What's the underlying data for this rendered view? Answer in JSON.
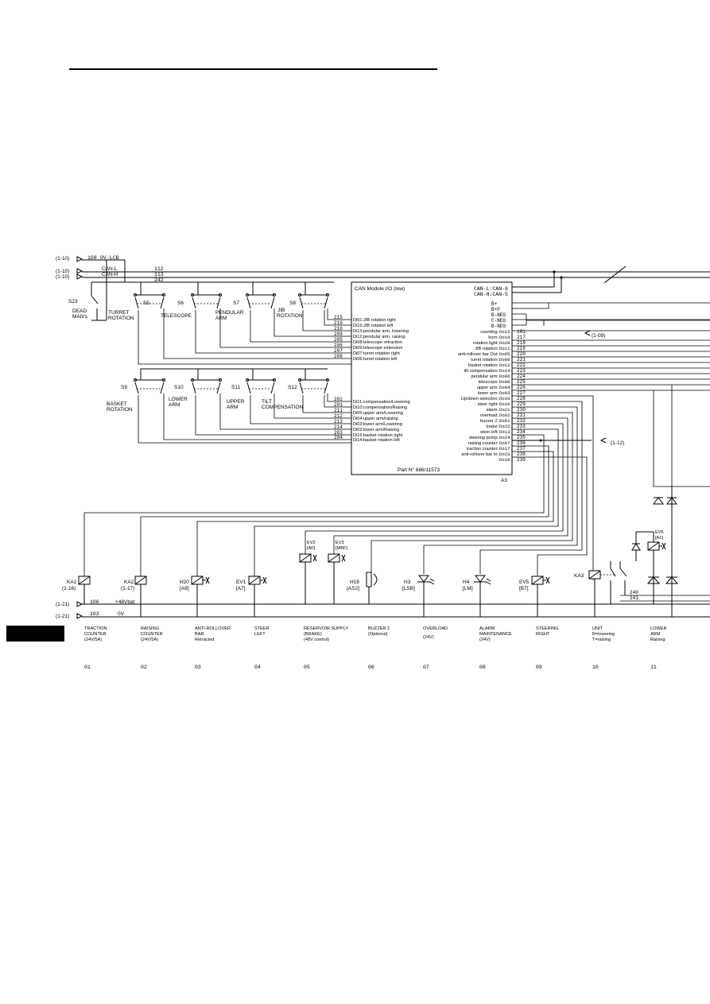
{
  "refs": {
    "r1_10": "(1-10)",
    "r1_21": "(1-21)",
    "r1_09": "(1-09)",
    "r1_12": "(1-12)"
  },
  "buses": {
    "n108": "108",
    "ov_lcb": "0V-LCB",
    "can_l": "CAN-L",
    "can_h": "CAN-H",
    "n112": "112",
    "n113": "113",
    "n242": "242",
    "n106": "106",
    "v48": "+48Vbat",
    "n103": "103",
    "v0": "0V"
  },
  "switches": {
    "s23": "S23",
    "dead": "DEAD",
    "mans": "MAN's",
    "s5": "S5",
    "s5_l1": "TURRET",
    "s5_l2": "ROTATION",
    "s6": "S6",
    "s6_l1": "TELESCOPE",
    "s7": "S7",
    "s7_l1": "PENDULAR",
    "s7_l2": "ARM",
    "s8": "S8",
    "s8_l1": "JIB",
    "s8_l2": "ROTATION",
    "s9": "S9",
    "s9_l1": "BASKET",
    "s9_l2": "ROTATION",
    "s10": "S10",
    "s10_l1": "LOWER",
    "s10_l2": "ARM",
    "s11": "S11",
    "s11_l1": "UPPER",
    "s11_l2": "ARM",
    "s12": "S12",
    "s12_l1": "TILT",
    "s12_l2": "COMPENSATION"
  },
  "module": {
    "title": "CAN Module I/O (low)",
    "can_l": "CAN-L:CAN-6",
    "can_h": "CAN-H:CAN-5",
    "pwr": [
      "B+",
      "B+P",
      "B-NEG",
      "C-NEG",
      "B-NEG"
    ],
    "inputs": [
      {
        "wire": "215",
        "label": "Di01:JIB rotation right"
      },
      {
        "wire": "216",
        "label": "Di16:JIB rotation left"
      },
      {
        "wire": "210",
        "label": "Di13:pendular arm, lowering"
      },
      {
        "wire": "209",
        "label": "Di12:pendular arm, raising"
      },
      {
        "wire": "205",
        "label": "Di08:telescope retraction"
      },
      {
        "wire": "206",
        "label": "Di09:telescope extension"
      },
      {
        "wire": "207",
        "label": "Di07:turret rotation right"
      },
      {
        "wire": "208",
        "label": "Di06:turret rotation left"
      },
      {
        "wire": "202",
        "label": "Di11:compensation/Lowering"
      },
      {
        "wire": "201",
        "label": "Di10:compensation/Raising"
      },
      {
        "wire": "211",
        "label": "Di05:upper arm/Lowering"
      },
      {
        "wire": "212",
        "label": "Di04:upper arm/raising"
      },
      {
        "wire": "213",
        "label": "Di03:lower arm/Lowering"
      },
      {
        "wire": "214",
        "label": "Di02:lower arm/Raising"
      },
      {
        "wire": "203",
        "label": "Di15:basket rotation right"
      },
      {
        "wire": "204",
        "label": "Di14:basket rotation left"
      }
    ],
    "outputs": [
      {
        "label": "counting:",
        "pin": "Do15",
        "wire": "101"
      },
      {
        "label": "horn:",
        "pin": "Do19",
        "wire": "217"
      },
      {
        "label": "rotation light:",
        "pin": "Do20",
        "wire": "218"
      },
      {
        "label": "JIB rotation:",
        "pin": "Do11",
        "wire": "219"
      },
      {
        "label": "anti-rollover bar Out:",
        "pin": "Do05",
        "wire": "220"
      },
      {
        "label": "turret rotation:",
        "pin": "Do08",
        "wire": "221"
      },
      {
        "label": "basket rotation:",
        "pin": "Do12",
        "wire": "222"
      },
      {
        "label": "tilt compensation:",
        "pin": "Do14",
        "wire": "223"
      },
      {
        "label": "pendular arm:",
        "pin": "Do06",
        "wire": "224"
      },
      {
        "label": "telescope:",
        "pin": "Do09",
        "wire": "225"
      },
      {
        "label": "upper arm:",
        "pin": "Do04",
        "wire": "226"
      },
      {
        "label": "lower arm:",
        "pin": "Do03",
        "wire": "227"
      },
      {
        "label": "Up/down selection:",
        "pin": "Do10",
        "wire": "228"
      },
      {
        "label": "steer right:",
        "pin": "Do16",
        "wire": "229"
      },
      {
        "label": "alarm:",
        "pin": "Do21",
        "wire": "230"
      },
      {
        "label": "overload:",
        "pin": "Do02",
        "wire": "231"
      },
      {
        "label": "buzzer 2:",
        "pin": "Do01",
        "wire": "232"
      },
      {
        "label": "brake:",
        "pin": "Do22",
        "wire": "233"
      },
      {
        "label": "steer left:",
        "pin": "Do13",
        "wire": "234"
      },
      {
        "label": "steering pump:",
        "pin": "Do24",
        "wire": "235"
      },
      {
        "label": "raising counter:",
        "pin": "Do07",
        "wire": "236"
      },
      {
        "label": "traction counter:",
        "pin": "Do17",
        "wire": "237"
      },
      {
        "label": "anti-rollover bar In:",
        "pin": "Do23",
        "wire": "238"
      },
      {
        "label": ":",
        "pin": "Do18",
        "wire": "239"
      }
    ],
    "part": "Part N° 666/11573",
    "ref": "A3"
  },
  "components": [
    {
      "tag": "KA1",
      "ref": "(1-16)"
    },
    {
      "tag": "KA2",
      "ref": "(1-17)"
    },
    {
      "tag": "H20",
      "ref": "[A9]"
    },
    {
      "tag": "EV1",
      "ref": "[A7]"
    },
    {
      "tag": "EV2",
      "ref": "[AF]"
    },
    {
      "tag": "EV3",
      "ref": "[MBF]"
    },
    {
      "tag": "H18",
      "ref": "[AS2]"
    },
    {
      "tag": "H3",
      "ref": "[LSB]"
    },
    {
      "tag": "H4",
      "ref": "[LM]"
    },
    {
      "tag": "EV5",
      "ref": "[B7]"
    },
    {
      "tag": "KA3",
      "ref": ""
    },
    {
      "tag": "EV6",
      "ref": "[A1]"
    }
  ],
  "wires_right": [
    "240",
    "241"
  ],
  "legend": [
    {
      "l1": "TRACTION",
      "l2": "COUNTER",
      "l3": "(24V/5A)",
      "col": "01"
    },
    {
      "l1": "RAISING",
      "l2": "COUNTER",
      "l3": "(24V/5A)",
      "col": "02"
    },
    {
      "l1": "ANTI-ROLLOVER",
      "l2": "BAR",
      "l3": "Retracted",
      "col": "03"
    },
    {
      "l1": "STEER",
      "l2": "LEFT",
      "l3": "",
      "col": "04"
    },
    {
      "l1": "RESERVOIR SUPPLY",
      "l2": "(BRAKE)",
      "l3": "(48V control)",
      "col": "05"
    },
    {
      "l1": "BUZZER 2",
      "l2": "(Optional)",
      "l3": "",
      "col": "06"
    },
    {
      "l1": "OVERLOAD",
      "l2": "",
      "l3": "(24V)",
      "col": "07"
    },
    {
      "l1": "ALARM",
      "l2": "MAINTENANCE",
      "l3": "(24V)",
      "col": "08"
    },
    {
      "l1": "STEERING",
      "l2": "RIGHT",
      "l3": "",
      "col": "09"
    },
    {
      "l1": "UNIT",
      "l2": "R=lowering",
      "l3": "T=raising",
      "col": "10"
    },
    {
      "l1": "LOWER",
      "l2": "ARM",
      "l3": "Raising",
      "col": "11"
    }
  ]
}
